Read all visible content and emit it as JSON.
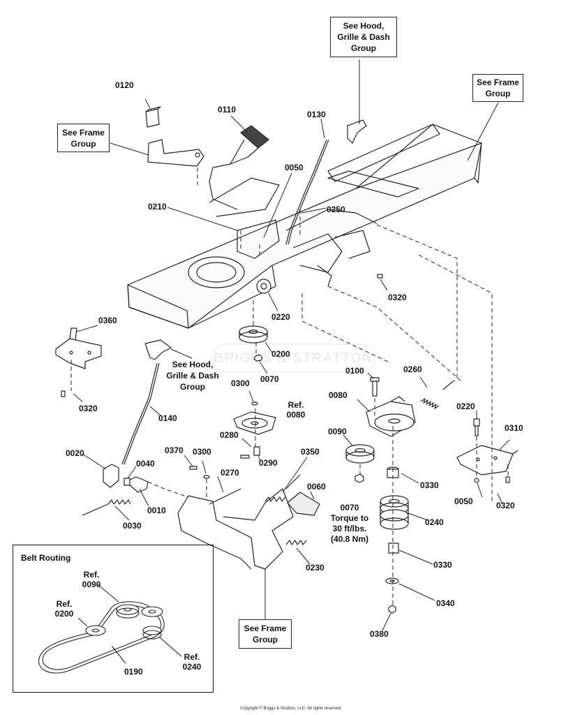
{
  "diagram": {
    "callouts": [
      {
        "id": "p0120",
        "text": "0120"
      },
      {
        "id": "p0110",
        "text": "0110"
      },
      {
        "id": "p0130",
        "text": "0130"
      },
      {
        "id": "p0050a",
        "text": "0050"
      },
      {
        "id": "p0210",
        "text": "0210"
      },
      {
        "id": "p0250",
        "text": "0250"
      },
      {
        "id": "p0320a",
        "text": "0320"
      },
      {
        "id": "p0220a",
        "text": "0220"
      },
      {
        "id": "p0360",
        "text": "0360"
      },
      {
        "id": "p0200",
        "text": "0200"
      },
      {
        "id": "p0070a",
        "text": "0070"
      },
      {
        "id": "p0100",
        "text": "0100"
      },
      {
        "id": "p0260",
        "text": "0260"
      },
      {
        "id": "p0300a",
        "text": "0300"
      },
      {
        "id": "p0080",
        "text": "0080"
      },
      {
        "id": "p0220b",
        "text": "0220"
      },
      {
        "id": "p0310",
        "text": "0310"
      },
      {
        "id": "p0320b",
        "text": "0320"
      },
      {
        "id": "p0140",
        "text": "0140"
      },
      {
        "id": "p0280",
        "text": "0280"
      },
      {
        "id": "p0090",
        "text": "0090"
      },
      {
        "id": "p0020",
        "text": "0020"
      },
      {
        "id": "p0370",
        "text": "0370"
      },
      {
        "id": "p0300b",
        "text": "0300"
      },
      {
        "id": "p0350",
        "text": "0350"
      },
      {
        "id": "p0290",
        "text": "0290"
      },
      {
        "id": "p0040",
        "text": "0040"
      },
      {
        "id": "p0270",
        "text": "0270"
      },
      {
        "id": "p0330a",
        "text": "0330"
      },
      {
        "id": "p0050b",
        "text": "0050"
      },
      {
        "id": "p0320c",
        "text": "0320"
      },
      {
        "id": "p0060",
        "text": "0060"
      },
      {
        "id": "p0010",
        "text": "0010"
      },
      {
        "id": "p0240",
        "text": "0240"
      },
      {
        "id": "p0030",
        "text": "0030"
      },
      {
        "id": "p0230",
        "text": "0230"
      },
      {
        "id": "p0330b",
        "text": "0330"
      },
      {
        "id": "p0340",
        "text": "0340"
      },
      {
        "id": "p0380",
        "text": "0380"
      }
    ],
    "ref_0080": [
      "Ref.",
      "0080"
    ],
    "note_0070": [
      "0070",
      "Torque to",
      "30 ft/lbs.",
      "(40.8 Nm)"
    ],
    "see_boxes": {
      "hood_top": [
        "See Hood,",
        "Grille & Dash",
        "Group"
      ],
      "frame_top_right": [
        "See Frame",
        "Group"
      ],
      "frame_left": [
        "See Frame",
        "Group"
      ],
      "frame_bottom": [
        "See Frame",
        "Group"
      ]
    },
    "hood_mid": [
      "See Hood,",
      "Grille & Dash",
      "Group"
    ],
    "watermark": "BRIGGS & STRATTON",
    "belt_routing": {
      "title": "Belt Routing",
      "ref_0090": [
        "Ref.",
        "0090"
      ],
      "ref_0200": [
        "Ref.",
        "0200"
      ],
      "ref_0240": [
        "Ref.",
        "0240"
      ],
      "belt": "0190"
    },
    "copyright": "Copyright © Briggs & Stratton, LLC. All rights reserved."
  }
}
